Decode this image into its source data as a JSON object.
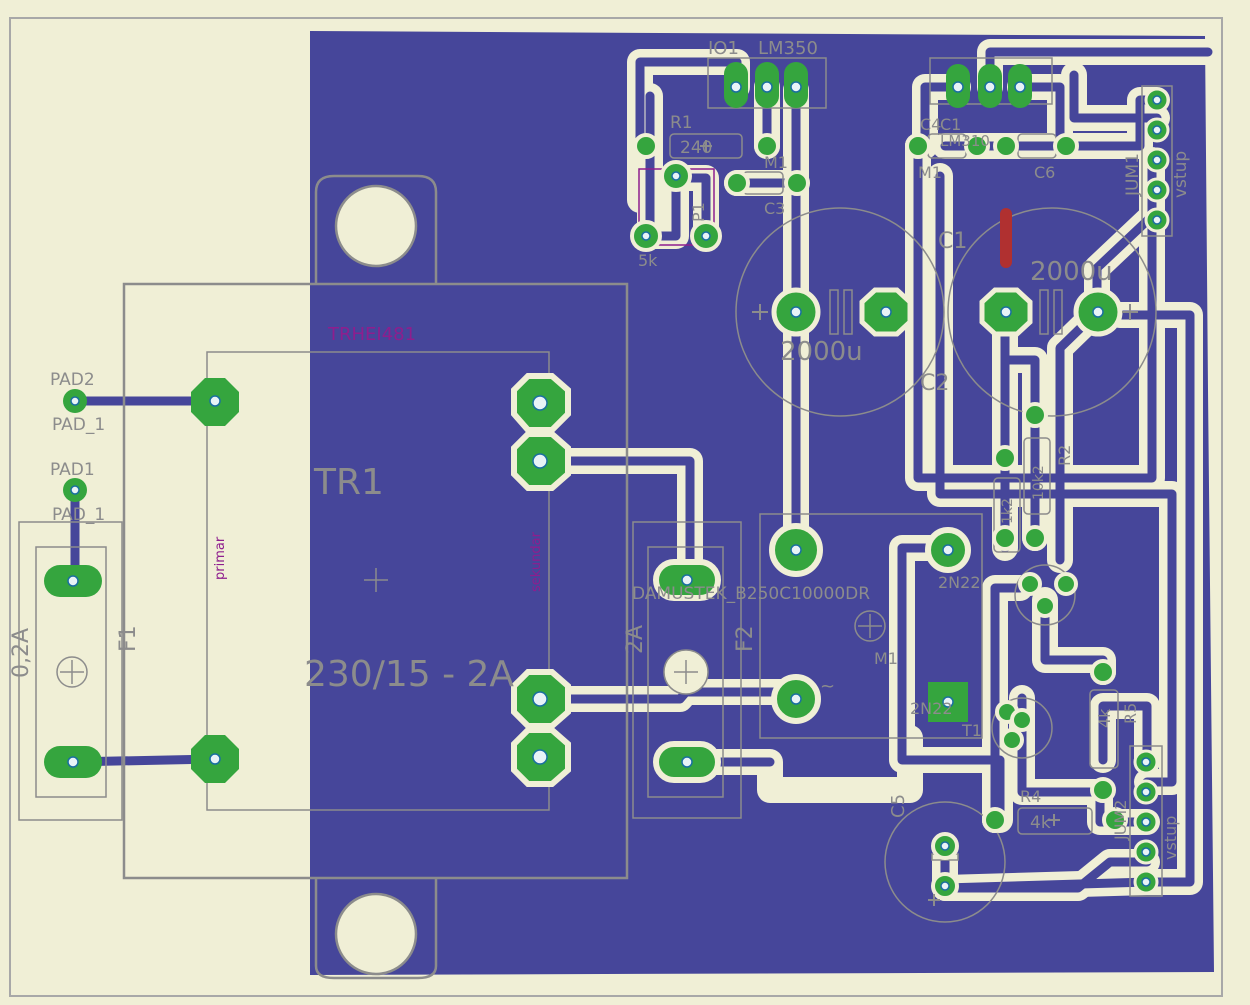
{
  "colors": {
    "background": "#f0efd6",
    "copper_pour": "#46469a",
    "pad": "#35a53e",
    "drill": "#e8f3f7",
    "track": "#46469a",
    "clearance": "#f0efd6",
    "silkscreen": "#8c8c8c",
    "name_label": "#8e1e8e",
    "jumper": "#b03030"
  },
  "labels": {
    "io1": "IO1",
    "lm350": "LM350",
    "r1": "R1",
    "r1_value": "240",
    "p1": "P1",
    "p1_value": "5k",
    "c3": "C3",
    "m1_top": "M1",
    "c4": "C4",
    "c1_small": "C1",
    "m1_left": "M1",
    "c6": "C6",
    "lm310": "LM310",
    "jum1": "JUM1",
    "vstup1": "vstup",
    "c1_big": "C1",
    "c1_value": "2000u",
    "c2": "C2",
    "c2_value": "2000u",
    "r2": "R2",
    "r2_value": "10k2",
    "r3_value": "1k2",
    "tr1_name": "TRHEI481",
    "tr1": "TR1",
    "tr1_rating": "230/15 - 2A",
    "primar": "primar",
    "sekundar": "sekundar",
    "pad2": "PAD2",
    "pad_1a": "PAD_1",
    "pad1": "PAD1",
    "pad_1b": "PAD_1",
    "f1": "F1",
    "f1_value": "0,2A",
    "f2": "F2",
    "f2_value": "2A",
    "bridge": "DAMUSTEK_B250C10000DR",
    "m1_bridge": "M1",
    "t2_type": "2N22",
    "t1_type": "2N22",
    "t1": "T1",
    "r4": "R4",
    "r4_value": "4k",
    "r5": "R5",
    "r5_value": "4k",
    "c5": "C5",
    "jum2": "JUM2",
    "vstup2": "vstup",
    "tilde": "~"
  }
}
